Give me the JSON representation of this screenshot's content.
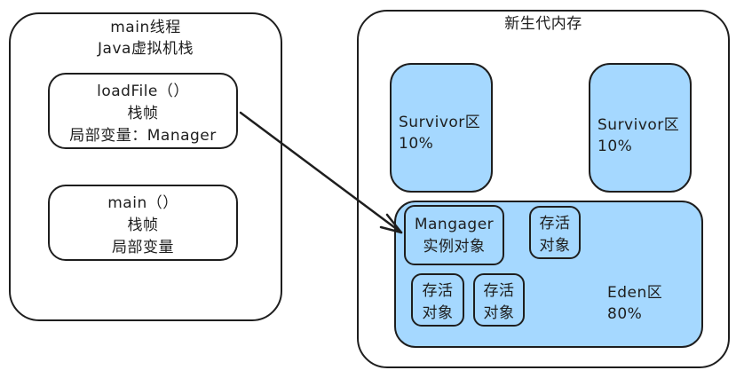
{
  "stack_panel": {
    "title_line1": "main线程",
    "title_line2": "Java虚拟机栈"
  },
  "frame_loadfile": {
    "line1": "loadFile（）",
    "line2": "栈帧",
    "line3": "局部变量：Manager"
  },
  "frame_main": {
    "line1": "main（）",
    "line2": "栈帧",
    "line3": "局部变量"
  },
  "heap_panel": {
    "title": "新生代内存"
  },
  "survivor_left": {
    "label": "Survivor区",
    "percent": "10%"
  },
  "survivor_right": {
    "label": "Survivor区",
    "percent": "10%"
  },
  "eden": {
    "label": "Eden区",
    "percent": "80%",
    "objects": [
      {
        "line1": "Mangager",
        "line2": "实例对象"
      },
      {
        "line1": "存活",
        "line2": "对象"
      },
      {
        "line1": "存活",
        "line2": "对象"
      },
      {
        "line1": "存活",
        "line2": "对象"
      }
    ]
  },
  "colors": {
    "fill_blue": "#a5d8ff",
    "stroke": "#1e1e1e"
  }
}
